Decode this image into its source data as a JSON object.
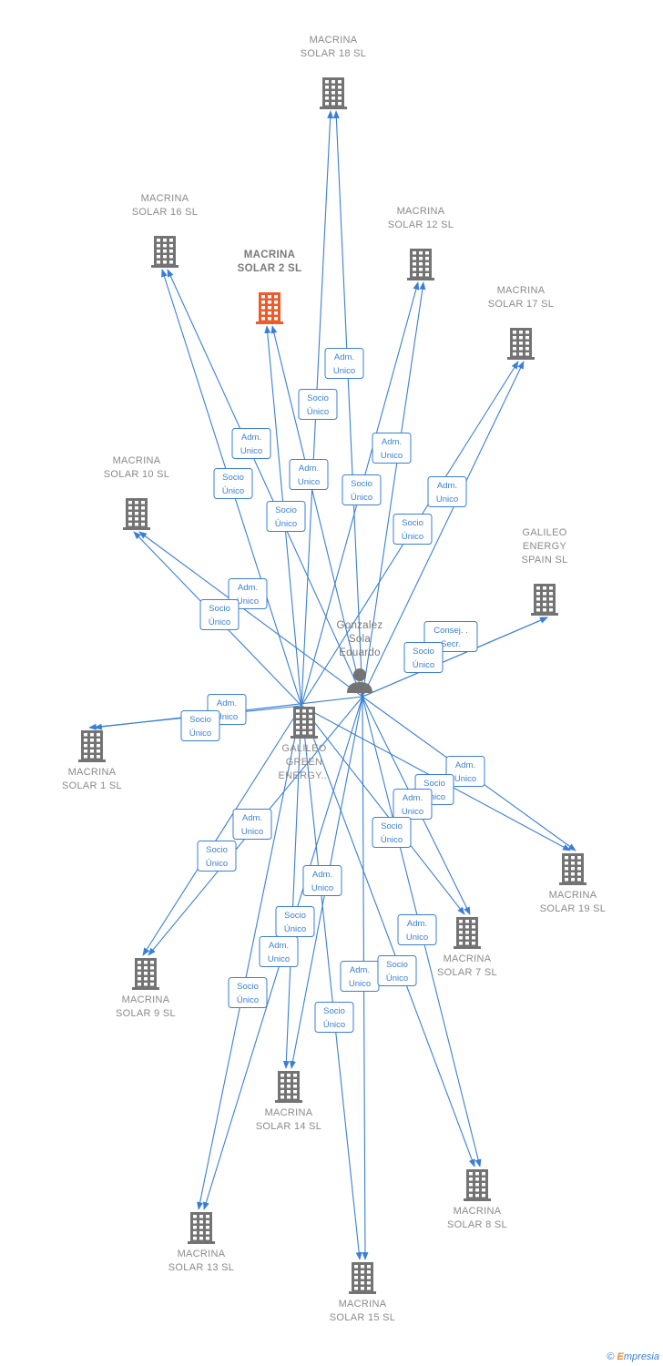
{
  "nodes": [
    {
      "id": "ms18",
      "lines": [
        "MACRINA",
        "SOLAR 18  SL"
      ],
      "icon": "building-icon"
    },
    {
      "id": "ms16",
      "lines": [
        "MACRINA",
        "SOLAR 16  SL"
      ],
      "icon": "building-icon"
    },
    {
      "id": "ms12",
      "lines": [
        "MACRINA",
        "SOLAR 12  SL"
      ],
      "icon": "building-icon"
    },
    {
      "id": "ms2",
      "lines": [
        "MACRINA",
        "SOLAR 2  SL"
      ],
      "icon": "building-icon",
      "highlight": true
    },
    {
      "id": "ms17",
      "lines": [
        "MACRINA",
        "SOLAR 17  SL"
      ],
      "icon": "building-icon"
    },
    {
      "id": "ms10",
      "lines": [
        "MACRINA",
        "SOLAR 10  SL"
      ],
      "icon": "building-icon"
    },
    {
      "id": "ges",
      "lines": [
        "GALILEO",
        "ENERGY",
        "SPAIN  SL"
      ],
      "icon": "building-icon"
    },
    {
      "id": "person",
      "lines": [
        "Gonzalez",
        "Sola",
        "Eduardo"
      ],
      "icon": "person-icon"
    },
    {
      "id": "gge",
      "lines": [
        "GALILEO",
        "GREEN",
        "ENERGY..."
      ],
      "icon": "building-icon"
    },
    {
      "id": "ms1",
      "lines": [
        "MACRINA",
        "SOLAR 1  SL"
      ],
      "icon": "building-icon"
    },
    {
      "id": "ms19",
      "lines": [
        "MACRINA",
        "SOLAR 19  SL"
      ],
      "icon": "building-icon"
    },
    {
      "id": "ms7",
      "lines": [
        "MACRINA",
        "SOLAR 7  SL"
      ],
      "icon": "building-icon"
    },
    {
      "id": "ms9",
      "lines": [
        "MACRINA",
        "SOLAR 9  SL"
      ],
      "icon": "building-icon"
    },
    {
      "id": "ms14",
      "lines": [
        "MACRINA",
        "SOLAR 14  SL"
      ],
      "icon": "building-icon"
    },
    {
      "id": "ms8",
      "lines": [
        "MACRINA",
        "SOLAR 8  SL"
      ],
      "icon": "building-icon"
    },
    {
      "id": "ms13",
      "lines": [
        "MACRINA",
        "SOLAR 13  SL"
      ],
      "icon": "building-icon"
    },
    {
      "id": "ms15",
      "lines": [
        "MACRINA",
        "SOLAR 15  SL"
      ],
      "icon": "building-icon"
    }
  ],
  "edges": [
    {
      "from": "person",
      "to": "ms18",
      "label": [
        "Adm.",
        "Unico"
      ]
    },
    {
      "from": "gge",
      "to": "ms18",
      "label": [
        "Socio",
        "Único"
      ]
    },
    {
      "from": "person",
      "to": "ms16",
      "label": [
        "Adm.",
        "Unico"
      ]
    },
    {
      "from": "gge",
      "to": "ms16",
      "label": [
        "Socio",
        "Único"
      ]
    },
    {
      "from": "person",
      "to": "ms12",
      "label": [
        "Adm.",
        "Unico"
      ]
    },
    {
      "from": "gge",
      "to": "ms12",
      "label": [
        "Socio",
        "Único"
      ]
    },
    {
      "from": "person",
      "to": "ms2",
      "label": [
        "Adm.",
        "Unico"
      ]
    },
    {
      "from": "gge",
      "to": "ms2",
      "label": [
        "Socio",
        "Único"
      ]
    },
    {
      "from": "person",
      "to": "ms17",
      "label": [
        "Adm.",
        "Unico"
      ]
    },
    {
      "from": "gge",
      "to": "ms17",
      "label": [
        "Socio",
        "Único"
      ]
    },
    {
      "from": "person",
      "to": "ms10",
      "label": [
        "Adm.",
        "Unico"
      ]
    },
    {
      "from": "gge",
      "to": "ms10",
      "label": [
        "Socio",
        "Único"
      ]
    },
    {
      "from": "person",
      "to": "ges",
      "label": [
        "Consej. .",
        "Secr."
      ]
    },
    {
      "from": "person",
      "to": "ges",
      "label": [
        "Socio",
        "Único"
      ]
    },
    {
      "from": "person",
      "to": "ms1",
      "label": [
        "Adm.",
        "Unico"
      ]
    },
    {
      "from": "gge",
      "to": "ms1",
      "label": [
        "Socio",
        "Único"
      ]
    },
    {
      "from": "person",
      "to": "ms19",
      "label": [
        "Adm.",
        "Unico"
      ]
    },
    {
      "from": "gge",
      "to": "ms19",
      "label": [
        "Socio",
        "Único"
      ]
    },
    {
      "from": "person",
      "to": "ms7",
      "label": [
        "Adm.",
        "Unico"
      ]
    },
    {
      "from": "gge",
      "to": "ms7",
      "label": [
        "Socio",
        "Único"
      ]
    },
    {
      "from": "person",
      "to": "ms9",
      "label": [
        "Adm.",
        "Unico"
      ]
    },
    {
      "from": "gge",
      "to": "ms9",
      "label": [
        "Socio",
        "Único"
      ]
    },
    {
      "from": "person",
      "to": "ms14",
      "label": [
        "Adm.",
        "Unico"
      ]
    },
    {
      "from": "gge",
      "to": "ms14",
      "label": [
        "Socio",
        "Único"
      ]
    },
    {
      "from": "person",
      "to": "ms13",
      "label": [
        "Adm.",
        "Unico"
      ]
    },
    {
      "from": "gge",
      "to": "ms13",
      "label": [
        "Socio",
        "Único"
      ]
    },
    {
      "from": "person",
      "to": "ms15",
      "label": [
        "Adm.",
        "Unico"
      ]
    },
    {
      "from": "gge",
      "to": "ms15",
      "label": [
        "Socio",
        "Único"
      ]
    },
    {
      "from": "person",
      "to": "ms8",
      "label": [
        "Adm.",
        "Unico"
      ]
    },
    {
      "from": "gge",
      "to": "ms8",
      "label": [
        "Socio",
        "Único"
      ]
    }
  ],
  "colors": {
    "edge": "#3a7fd5",
    "node_icon": "#737373",
    "highlight": "#f05a28"
  },
  "footer": {
    "copyright": "©",
    "brand_first": "E",
    "brand_rest": "mpresia"
  }
}
